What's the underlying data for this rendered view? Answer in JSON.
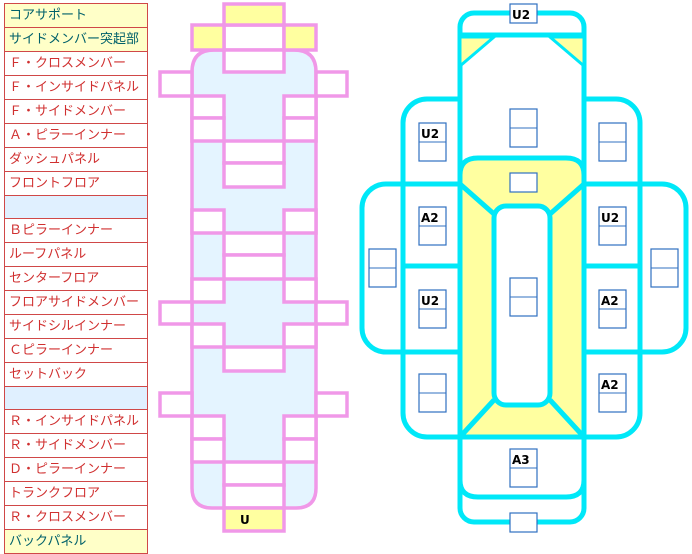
{
  "parts": [
    {
      "label": "コアサポート",
      "style": "hl"
    },
    {
      "label": "サイドメンバー突起部",
      "style": "hl"
    },
    {
      "label": "Ｆ・クロスメンバー",
      "style": ""
    },
    {
      "label": "Ｆ・インサイドパネル",
      "style": ""
    },
    {
      "label": "Ｆ・サイドメンバー",
      "style": ""
    },
    {
      "label": "Ａ・ピラーインナー",
      "style": ""
    },
    {
      "label": "ダッシュパネル",
      "style": ""
    },
    {
      "label": "フロントフロア",
      "style": ""
    },
    {
      "label": "",
      "style": "blank"
    },
    {
      "label": "Ｂピラーインナー",
      "style": ""
    },
    {
      "label": "ルーフパネル",
      "style": ""
    },
    {
      "label": "センターフロア",
      "style": ""
    },
    {
      "label": "フロアサイドメンバー",
      "style": ""
    },
    {
      "label": "サイドシルインナー",
      "style": ""
    },
    {
      "label": "Ｃピラーインナー",
      "style": ""
    },
    {
      "label": "セットバック",
      "style": ""
    },
    {
      "label": "",
      "style": "blank"
    },
    {
      "label": "Ｒ・インサイドパネル",
      "style": ""
    },
    {
      "label": "Ｒ・サイドメンバー",
      "style": ""
    },
    {
      "label": "Ｄ・ピラーインナー",
      "style": ""
    },
    {
      "label": "トランクフロア",
      "style": ""
    },
    {
      "label": "Ｒ・クロスメンバー",
      "style": ""
    },
    {
      "label": "バックパネル",
      "style": "hl"
    }
  ],
  "frame_diagram": {
    "back_panel_code": "U"
  },
  "body_diagram": {
    "codes": {
      "top": "U2",
      "front_left_upper": "U2",
      "front_left_lower": "A2",
      "front_right_lower": "U2",
      "rear_left_upper": "U2",
      "rear_right_upper": "A2",
      "rear_right_lower": "A2",
      "trunk": "A3"
    }
  },
  "colors": {
    "frame": "#f098e8",
    "body": "#00e8f8",
    "highlight": "#ffffa0",
    "frame_fill": "#e4f4ff",
    "label_box": "#3070c0",
    "list_border": "#d04848"
  }
}
